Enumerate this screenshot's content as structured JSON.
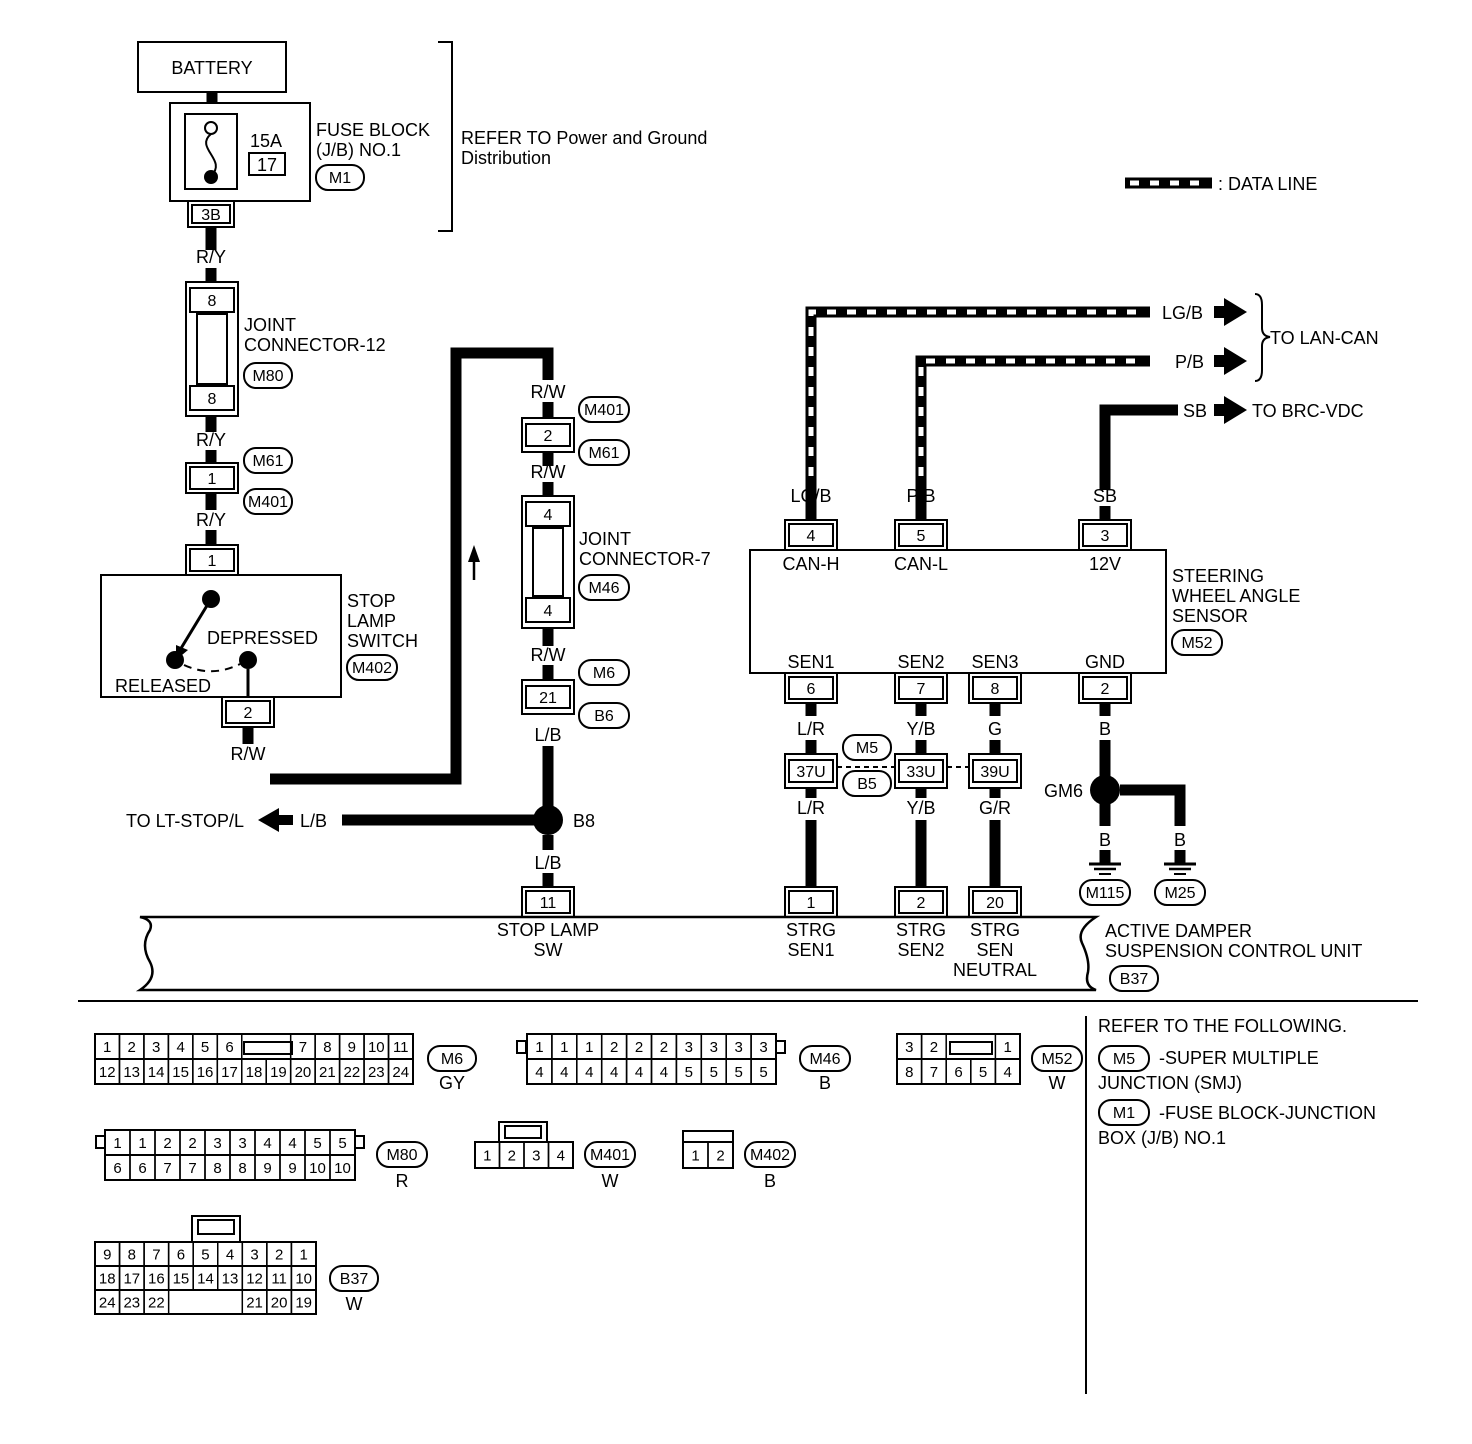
{
  "power": {
    "battery": "BATTERY",
    "fuse_amp": "15A",
    "fuse_no": "17",
    "fuse_block": [
      "FUSE BLOCK",
      "(J/B) NO.1"
    ],
    "fuse_block_conn": "M1",
    "fuse_pin": "3B",
    "refer": [
      "REFER TO Power and Ground",
      "Distribution"
    ]
  },
  "legend": {
    "data_line": ": DATA LINE"
  },
  "left_branch": {
    "wire_ry": "R/Y",
    "jc12_pin": "8",
    "jc12_name": [
      "JOINT",
      "CONNECTOR-12"
    ],
    "jc12_conn": "M80",
    "m61": "M61",
    "m401": "M401",
    "pin1": "1",
    "switch_name": [
      "STOP",
      "LAMP",
      "SWITCH"
    ],
    "switch_conn": "M402",
    "depressed": "DEPRESSED",
    "released": "RELEASED",
    "pin2": "2",
    "wire_rw": "R/W"
  },
  "middle_branch": {
    "wire_rw": "R/W",
    "m401": "M401",
    "m61": "M61",
    "pin2": "2",
    "jc7_pin": "4",
    "jc7_name": [
      "JOINT",
      "CONNECTOR-7"
    ],
    "jc7_conn": "M46",
    "m6": "M6",
    "b6": "B6",
    "pin21": "21",
    "wire_lb": "L/B",
    "joint": "B8",
    "to_stop": "TO LT-STOP/L",
    "pin11": "11"
  },
  "sensor": {
    "wire_lgb": "LG/B",
    "wire_pb": "P/B",
    "wire_sb": "SB",
    "to_lan": "TO LAN-CAN",
    "to_brc": "TO BRC-VDC",
    "pin4": "4",
    "pin5": "5",
    "pin3": "3",
    "can_h": "CAN-H",
    "can_l": "CAN-L",
    "v12": "12V",
    "name": [
      "STEERING",
      "WHEEL ANGLE",
      "SENSOR"
    ],
    "conn": "M52",
    "sen1": "SEN1",
    "sen2": "SEN2",
    "sen3": "SEN3",
    "gnd": "GND",
    "pin6": "6",
    "pin7": "7",
    "pin8": "8",
    "pin2": "2",
    "wire_lr": "L/R",
    "wire_yb": "Y/B",
    "wire_g": "G",
    "wire_gr": "G/R",
    "wire_b": "B",
    "m5": "M5",
    "b5": "B5",
    "p37u": "37U",
    "p33u": "33U",
    "p39u": "39U",
    "gm6": "GM6",
    "m115": "M115",
    "m25": "M25"
  },
  "unit": {
    "pins": [
      "1",
      "2",
      "20"
    ],
    "stop_lamp": [
      "STOP LAMP",
      "SW"
    ],
    "strg_sen1": [
      "STRG",
      "SEN1"
    ],
    "strg_sen2": [
      "STRG",
      "SEN2"
    ],
    "strg_neutral": [
      "STRG",
      "SEN",
      "NEUTRAL"
    ],
    "name": [
      "ACTIVE DAMPER",
      "SUSPENSION CONTROL UNIT"
    ],
    "conn": "B37"
  },
  "connectors": {
    "m6": {
      "id": "M6",
      "color": "GY",
      "top": [
        "1",
        "2",
        "3",
        "4",
        "5",
        "6",
        "",
        "",
        "7",
        "8",
        "9",
        "10",
        "11"
      ],
      "bottom": [
        "12",
        "13",
        "14",
        "15",
        "16",
        "17",
        "18",
        "19",
        "20",
        "21",
        "22",
        "23",
        "24"
      ]
    },
    "m46": {
      "id": "M46",
      "color": "B",
      "top": [
        "1",
        "1",
        "1",
        "2",
        "2",
        "2",
        "3",
        "3",
        "3",
        "3"
      ],
      "bottom": [
        "4",
        "4",
        "4",
        "4",
        "4",
        "4",
        "5",
        "5",
        "5",
        "5"
      ]
    },
    "m52": {
      "id": "M52",
      "color": "W",
      "top": [
        "3",
        "2",
        "",
        "",
        "1"
      ],
      "bottom": [
        "8",
        "7",
        "6",
        "5",
        "4"
      ]
    },
    "m80": {
      "id": "M80",
      "color": "R",
      "top": [
        "1",
        "1",
        "2",
        "2",
        "3",
        "3",
        "4",
        "4",
        "5",
        "5"
      ],
      "bottom": [
        "6",
        "6",
        "7",
        "7",
        "8",
        "8",
        "9",
        "9",
        "10",
        "10"
      ]
    },
    "m401": {
      "id": "M401",
      "color": "W",
      "row": [
        "1",
        "2",
        "3",
        "4"
      ]
    },
    "m402": {
      "id": "M402",
      "color": "B",
      "row": [
        "1",
        "2"
      ]
    },
    "b37": {
      "id": "B37",
      "color": "W",
      "r1": [
        "9",
        "8",
        "7",
        "6",
        "5",
        "4",
        "3",
        "2",
        "1"
      ],
      "r2": [
        "18",
        "17",
        "16",
        "15",
        "14",
        "13",
        "12",
        "11",
        "10"
      ],
      "r3": [
        "24",
        "23",
        "22",
        "",
        "",
        "",
        "21",
        "20",
        "19"
      ]
    }
  },
  "refer_box": {
    "title": "REFER TO THE FOLLOWING.",
    "m5": "M5",
    "m5_text": [
      "-SUPER MULTIPLE",
      "JUNCTION (SMJ)"
    ],
    "m1": "M1",
    "m1_text": [
      "-FUSE BLOCK-JUNCTION",
      "BOX (J/B) NO.1"
    ]
  }
}
